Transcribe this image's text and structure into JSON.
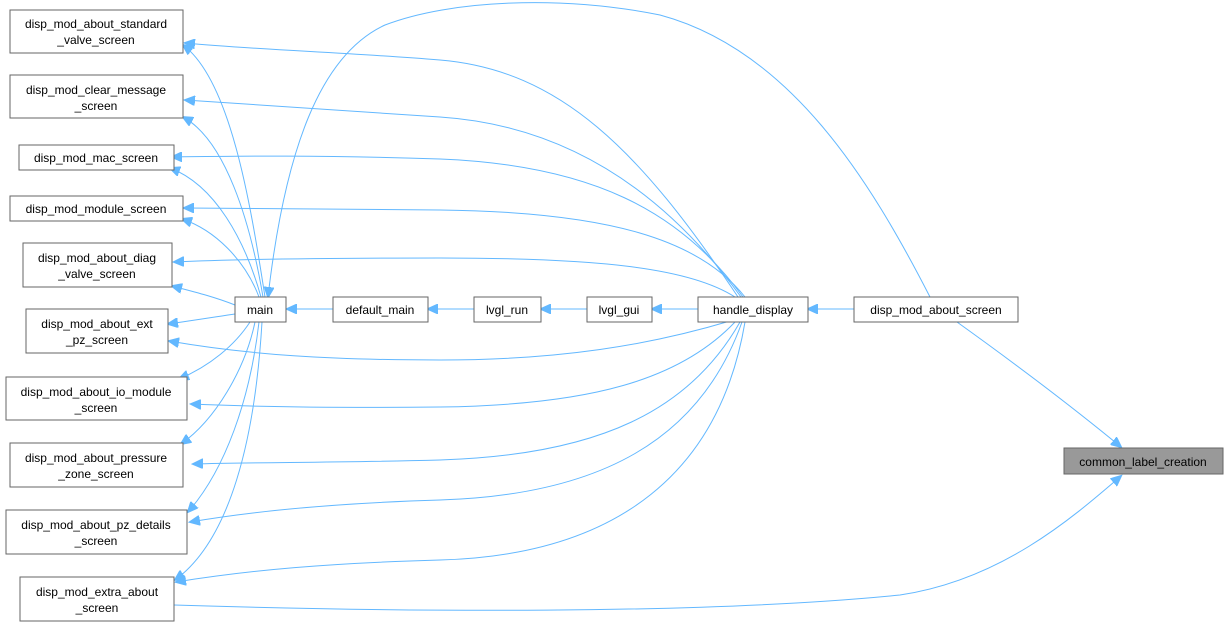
{
  "nodes": {
    "standard": [
      "disp_mod_about_standard",
      "_valve_screen"
    ],
    "clear_msg": [
      "disp_mod_clear_message",
      "_screen"
    ],
    "mac": [
      "disp_mod_mac_screen"
    ],
    "module": [
      "disp_mod_module_screen"
    ],
    "diag": [
      "disp_mod_about_diag",
      "_valve_screen"
    ],
    "ext": [
      "disp_mod_about_ext",
      "_pz_screen"
    ],
    "io": [
      "disp_mod_about_io_module",
      "_screen"
    ],
    "pressure": [
      "disp_mod_about_pressure",
      "_zone_screen"
    ],
    "pz": [
      "disp_mod_about_pz_details",
      "_screen"
    ],
    "extra": [
      "disp_mod_extra_about",
      "_screen"
    ],
    "main": [
      "main"
    ],
    "default_main": [
      "default_main"
    ],
    "lvgl_run": [
      "lvgl_run"
    ],
    "lvgl_gui": [
      "lvgl_gui"
    ],
    "handle_display": [
      "handle_display"
    ],
    "about_screen": [
      "disp_mod_about_screen"
    ],
    "common": [
      "common_label_creation"
    ]
  },
  "colors": {
    "edge": "#63b8ff",
    "node_border": "#666666",
    "focus_fill": "#999999"
  }
}
